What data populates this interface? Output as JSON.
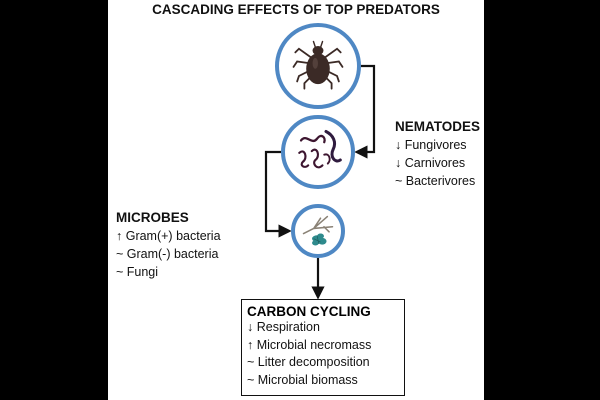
{
  "title": "CASCADING EFFECTS OF TOP PREDATORS",
  "icons": [
    "mite-icon",
    "nematode-worms-icon",
    "fungal-hyphae-icon"
  ],
  "colors": {
    "circle_border": "#4f88c4",
    "mite": "#3b2a26",
    "worms": "#3d1630",
    "fungi": "#2e8a8c"
  },
  "nematodes": {
    "heading": "NEMATODES",
    "items": [
      "↓ Fungivores",
      "↓ Carnivores",
      "~ Bacterivores"
    ]
  },
  "microbes": {
    "heading": "MICROBES",
    "items": [
      "↑ Gram(+) bacteria",
      "~ Gram(-) bacteria",
      "~ Fungi"
    ]
  },
  "carbon": {
    "heading": "CARBON CYCLING",
    "items": [
      "↓ Respiration",
      "↑ Microbial necromass",
      "~ Litter decomposition",
      "~ Microbial biomass"
    ]
  }
}
